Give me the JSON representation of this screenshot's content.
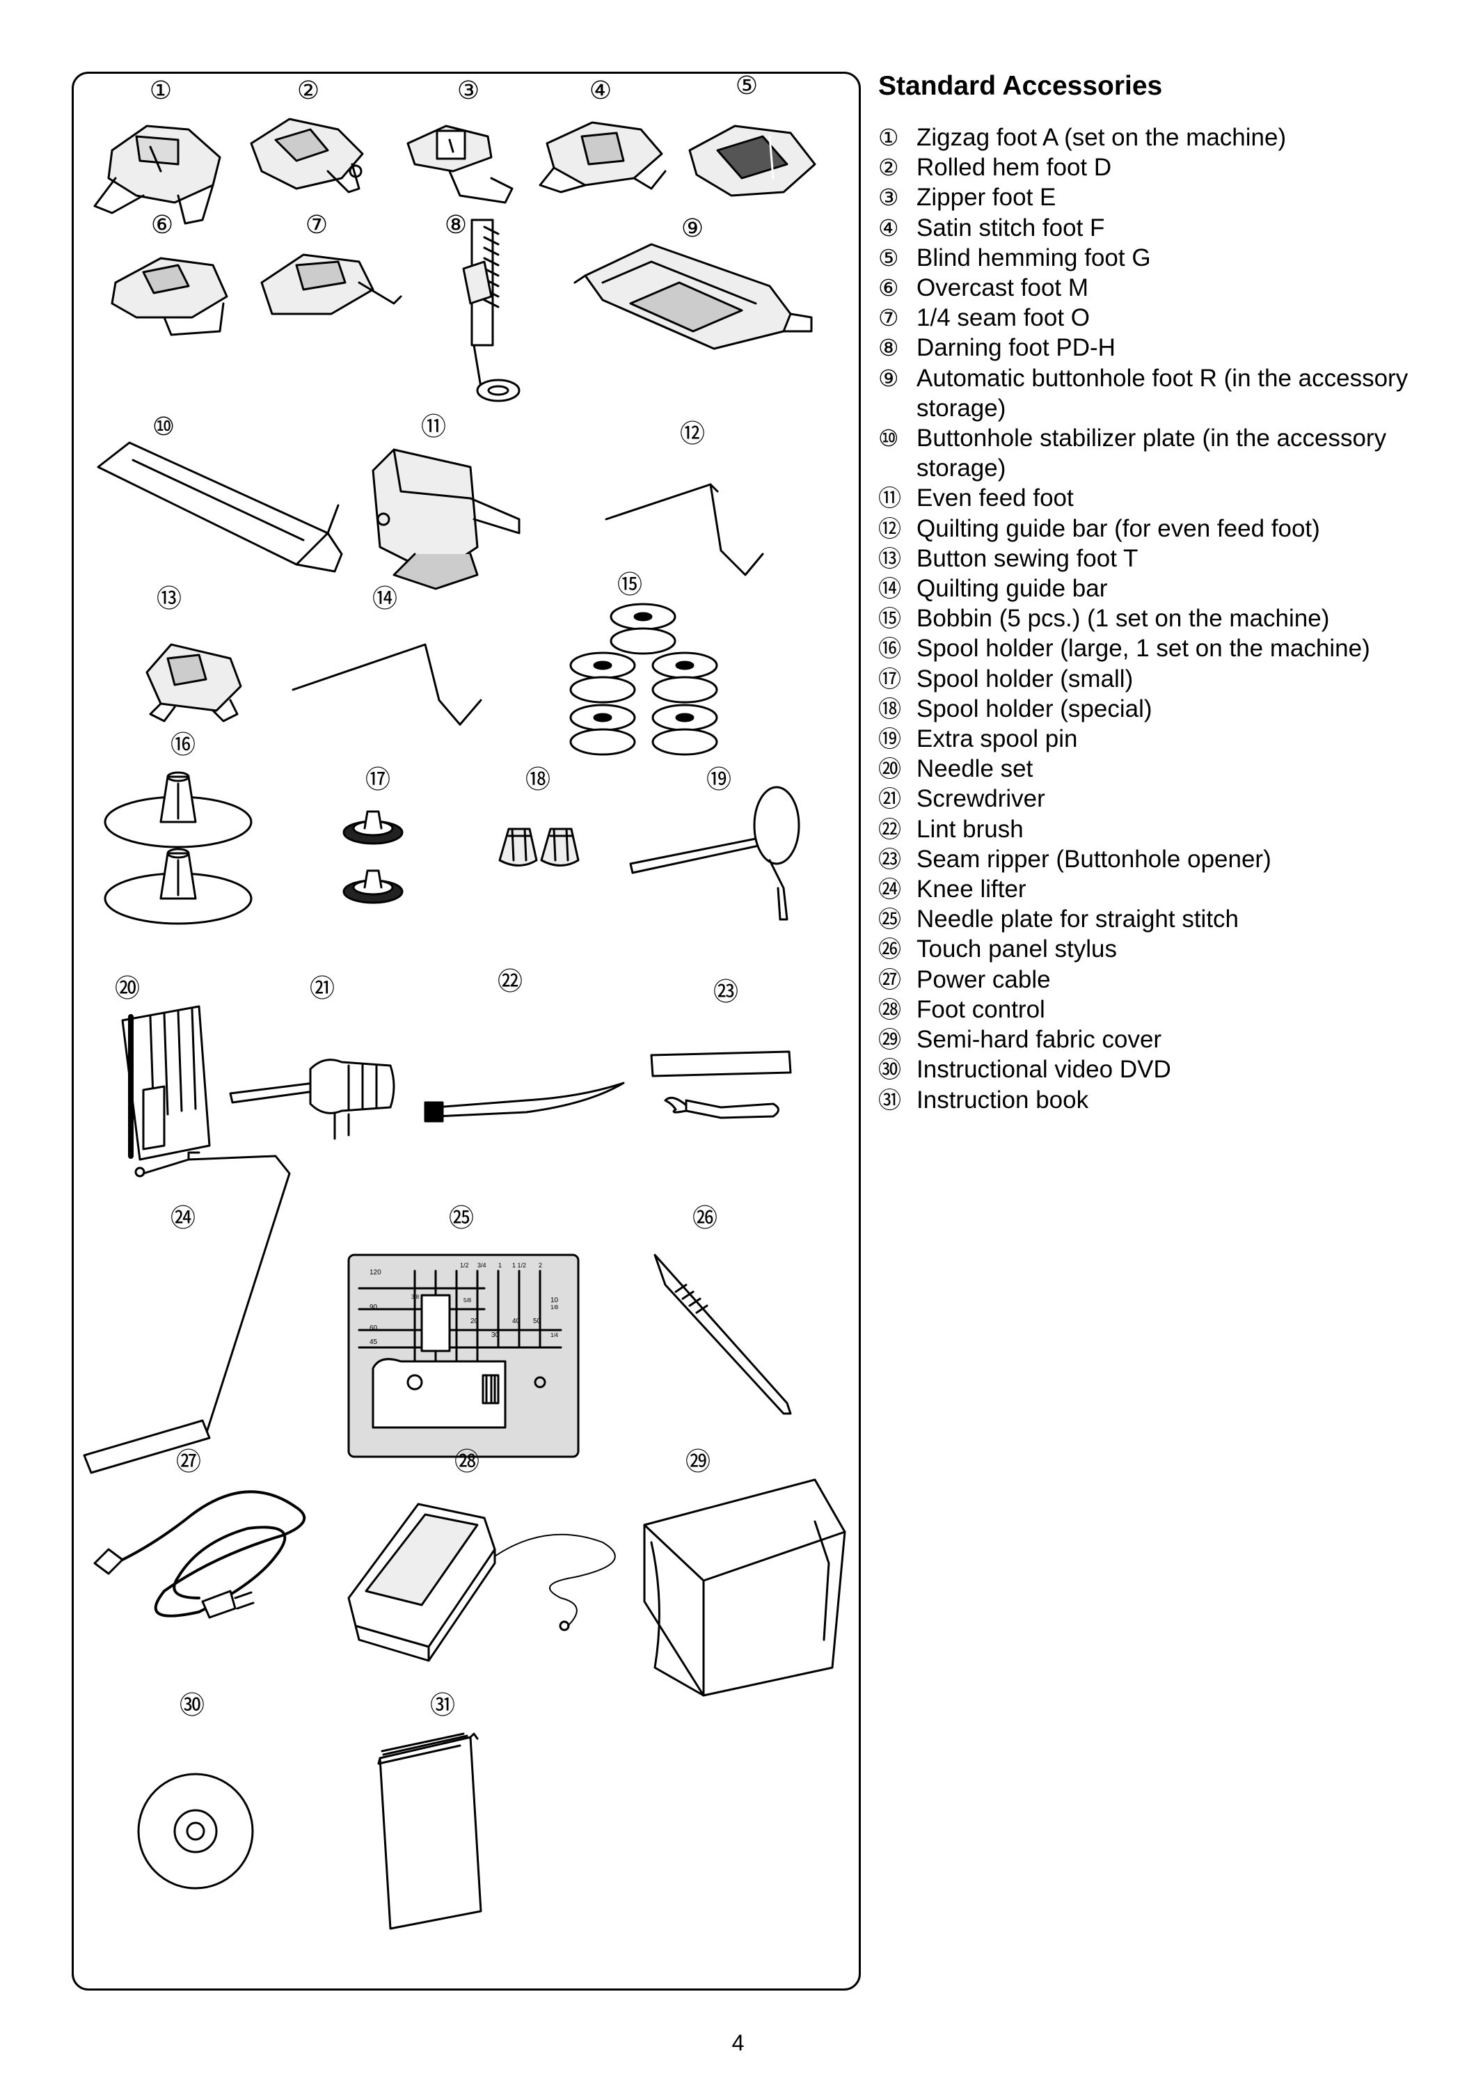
{
  "heading": "Standard Accessories",
  "page_number": "4",
  "illustration_numbers": [
    "①",
    "②",
    "③",
    "④",
    "⑤",
    "⑥",
    "⑦",
    "⑧",
    "⑨",
    "⑩",
    "⑪",
    "⑫",
    "⑬",
    "⑭",
    "⑮",
    "⑯",
    "⑰",
    "⑱",
    "⑲",
    "⑳",
    "㉑",
    "㉒",
    "㉓",
    "㉔",
    "㉕",
    "㉖",
    "㉗",
    "㉘",
    "㉙",
    "㉚",
    "㉛"
  ],
  "needle_plate_labels": [
    "120",
    "90",
    "60",
    "45",
    "20",
    "40",
    "50",
    "30",
    "10",
    "1/8",
    "1/4",
    "3/8",
    "5/8",
    "1/2",
    "3/4",
    "1",
    "1 1/2",
    "2"
  ],
  "accessories": [
    {
      "marker": "①",
      "label": "Zigzag foot A (set on the machine)"
    },
    {
      "marker": "②",
      "label": "Rolled hem foot D"
    },
    {
      "marker": "③",
      "label": "Zipper foot E"
    },
    {
      "marker": "④",
      "label": "Satin stitch foot F"
    },
    {
      "marker": "⑤",
      "label": "Blind hemming foot G"
    },
    {
      "marker": "⑥",
      "label": "Overcast foot M"
    },
    {
      "marker": "⑦",
      "label": "1/4  seam foot O"
    },
    {
      "marker": "⑧",
      "label": "Darning foot PD-H"
    },
    {
      "marker": "⑨",
      "label": "Automatic buttonhole foot R (in the accessory storage)"
    },
    {
      "marker": "⑩",
      "label": "Buttonhole stabilizer plate (in the accessory storage)"
    },
    {
      "marker": "⑪",
      "label": "Even feed foot"
    },
    {
      "marker": "⑫",
      "label": "Quilting guide bar (for even feed foot)"
    },
    {
      "marker": "⑬",
      "label": "Button sewing foot T"
    },
    {
      "marker": "⑭",
      "label": "Quilting guide bar"
    },
    {
      "marker": "⑮",
      "label": "Bobbin (5 pcs.) (1 set on the machine)"
    },
    {
      "marker": "⑯",
      "label": "Spool holder (large, 1 set on the machine)"
    },
    {
      "marker": "⑰",
      "label": "Spool holder (small)"
    },
    {
      "marker": "⑱",
      "label": "Spool holder (special)"
    },
    {
      "marker": "⑲",
      "label": "Extra spool pin"
    },
    {
      "marker": "⑳",
      "label": "Needle set"
    },
    {
      "marker": "㉑",
      "label": "Screwdriver"
    },
    {
      "marker": "㉒",
      "label": "Lint brush"
    },
    {
      "marker": "㉓",
      "label": "Seam ripper (Buttonhole opener)"
    },
    {
      "marker": "㉔",
      "label": "Knee lifter"
    },
    {
      "marker": "㉕",
      "label": "Needle plate for straight stitch"
    },
    {
      "marker": "㉖",
      "label": "Touch panel stylus"
    },
    {
      "marker": "㉗",
      "label": "Power cable"
    },
    {
      "marker": "㉘",
      "label": "Foot control"
    },
    {
      "marker": "㉙",
      "label": "Semi-hard fabric cover"
    },
    {
      "marker": "㉚",
      "label": "Instructional video DVD"
    },
    {
      "marker": "㉛",
      "label": "Instruction book"
    }
  ]
}
